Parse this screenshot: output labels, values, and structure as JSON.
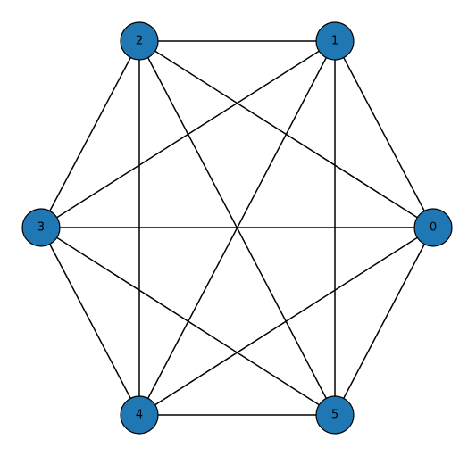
{
  "graph": {
    "node_color": "#1f77b4",
    "edge_color": "#000000",
    "nodes": [
      {
        "id": "0",
        "label": "0"
      },
      {
        "id": "1",
        "label": "1"
      },
      {
        "id": "2",
        "label": "2"
      },
      {
        "id": "3",
        "label": "3"
      },
      {
        "id": "4",
        "label": "4"
      },
      {
        "id": "5",
        "label": "5"
      }
    ],
    "edges": [
      [
        "0",
        "1"
      ],
      [
        "0",
        "2"
      ],
      [
        "0",
        "3"
      ],
      [
        "0",
        "4"
      ],
      [
        "0",
        "5"
      ],
      [
        "1",
        "2"
      ],
      [
        "1",
        "3"
      ],
      [
        "1",
        "4"
      ],
      [
        "1",
        "5"
      ],
      [
        "2",
        "3"
      ],
      [
        "2",
        "4"
      ],
      [
        "2",
        "5"
      ],
      [
        "3",
        "4"
      ],
      [
        "3",
        "5"
      ],
      [
        "4",
        "5"
      ]
    ]
  }
}
